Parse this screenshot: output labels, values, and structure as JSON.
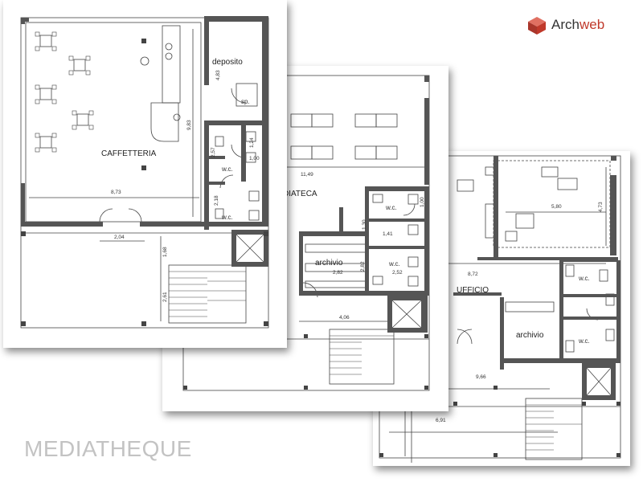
{
  "brand": {
    "name_part1": "Arch",
    "name_part2": "web",
    "icon": "cube-logo-icon",
    "accent_color": "#c0392b"
  },
  "title": "MEDIATHEQUE",
  "sheet1": {
    "rooms": {
      "cafeteria": "CAFFETTERIA",
      "deposit": "deposito",
      "sp": "sp.",
      "wc1": "w.c.",
      "wc2": "w.c."
    },
    "dims": {
      "d873": "8,73",
      "d204": "2,04",
      "d983": "9,83",
      "d483": "4,83",
      "d257": "2,57",
      "d218": "2,18",
      "d124": "1,24",
      "d100": "1,00",
      "d168": "1,68",
      "d261": "2,61"
    }
  },
  "sheet2": {
    "rooms": {
      "mediateca": "DIATECA",
      "archive": "archivio",
      "wc1": "w.c.",
      "wc2": "w.c."
    },
    "dims": {
      "d1149": "11,49",
      "d130": "1,30",
      "d141": "1,41",
      "d282a": "2,82",
      "d282b": "2,82",
      "d252": "2,52",
      "d406": "4,06",
      "d100": "1,00"
    }
  },
  "sheet3": {
    "rooms": {
      "office": "UFFICIO",
      "archive": "archivio",
      "wc1": "w.c.",
      "wc2": "w.c."
    },
    "dims": {
      "d580": "5,80",
      "d473": "4,73",
      "d872": "8,72",
      "d966": "9,66",
      "d691": "6,91"
    }
  }
}
